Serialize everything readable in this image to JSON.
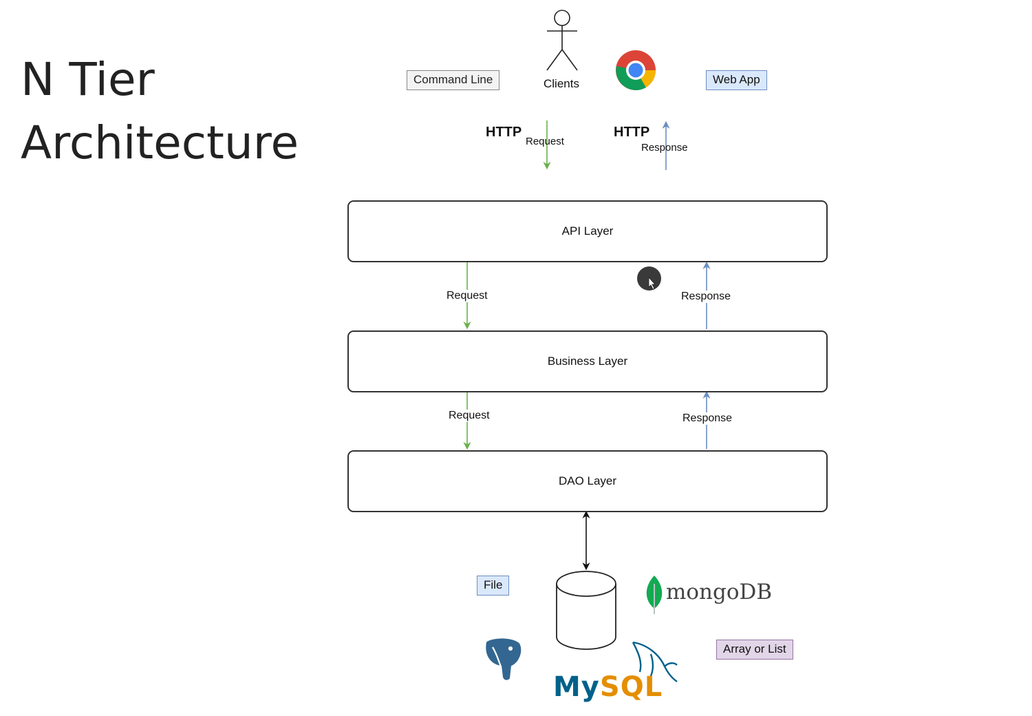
{
  "title": {
    "line1": "N Tier",
    "line2": "Architecture"
  },
  "clients": {
    "command_line": "Command Line",
    "clients_label": "Clients",
    "web_app": "Web App"
  },
  "http": {
    "request_word": "HTTP",
    "request_sub": "Request",
    "response_word": "HTTP",
    "response_sub": "Response"
  },
  "layers": {
    "api": "API Layer",
    "business": "Business Layer",
    "dao": "DAO Layer"
  },
  "flows": {
    "api_to_business_request": "Request",
    "business_to_api_response": "Response",
    "business_to_dao_request": "Request",
    "dao_to_business_response": "Response"
  },
  "storage": {
    "file": "File",
    "array_or_list": "Array or List",
    "mongodb": "mongoDB",
    "mysql_my": "My",
    "mysql_sql": "SQL"
  },
  "colors": {
    "request_arrow": "#6ab04c",
    "response_arrow": "#6c8ebf",
    "blue_tag": "#dae8fc",
    "purple_tag": "#e1d5e7",
    "mongo_green": "#13aa52",
    "mysql_blue": "#00618a",
    "mysql_orange": "#e48e00",
    "postgres_blue": "#336791"
  }
}
